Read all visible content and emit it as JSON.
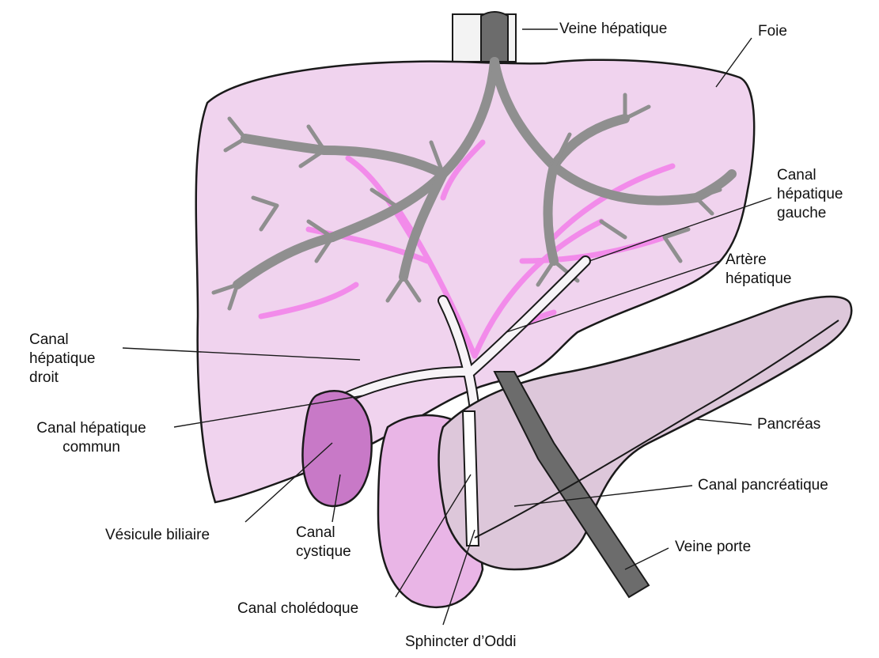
{
  "labels": {
    "veine_hepatique": "Veine hépatique",
    "foie": "Foie",
    "canal_hepatique_gauche": [
      "Canal",
      "hépatique",
      "gauche"
    ],
    "artere_hepatique": [
      "Artère",
      "hépatique"
    ],
    "canal_hepatique_droit": [
      "Canal",
      "hépatique",
      "droit"
    ],
    "canal_hepatique_commun": [
      "Canal hépatique",
      "commun"
    ],
    "pancreas": "Pancréas",
    "canal_pancreatique": "Canal pancréatique",
    "vesicule_biliaire": "Vésicule biliaire",
    "canal_cystique": [
      "Canal",
      "cystique"
    ],
    "veine_porte": "Veine porte",
    "canal_choledoque": "Canal cholédoque",
    "sphincter_oddi": "Sphincter d’Oddi"
  },
  "colors": {
    "liver_fill": "#f0d3ee",
    "gallbladder_fill": "#c879c7",
    "duodenum_fill": "#e9b5e6",
    "pancreas_fill": "#ddc7da",
    "vessel_gray": "#8f8f8f",
    "vessel_pink": "#f28bea",
    "outline": "#1a1a1a"
  }
}
